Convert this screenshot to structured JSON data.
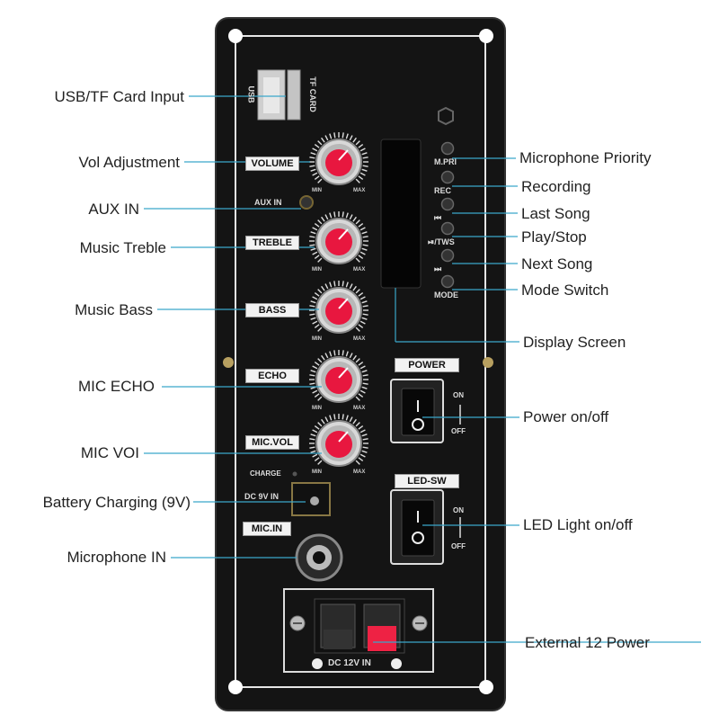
{
  "callouts_left": [
    {
      "id": "usb-tf",
      "label": "USB/TF Card Input"
    },
    {
      "id": "vol-adj",
      "label": "Vol Adjustment"
    },
    {
      "id": "aux-in",
      "label": "AUX IN"
    },
    {
      "id": "music-treble",
      "label": "Music Treble"
    },
    {
      "id": "music-bass",
      "label": "Music Bass"
    },
    {
      "id": "mic-echo",
      "label": "MIC ECHO"
    },
    {
      "id": "mic-vol",
      "label": "MIC VOI"
    },
    {
      "id": "battery-charging",
      "label": "Battery Charging (9V)"
    },
    {
      "id": "microphone-in",
      "label": "Microphone IN"
    }
  ],
  "callouts_right": [
    {
      "id": "mic-priority",
      "label": "Microphone Priority"
    },
    {
      "id": "recording",
      "label": "Recording"
    },
    {
      "id": "last-song",
      "label": "Last Song"
    },
    {
      "id": "play-stop",
      "label": "Play/Stop"
    },
    {
      "id": "next-song",
      "label": "Next Song"
    },
    {
      "id": "mode-switch",
      "label": "Mode Switch"
    },
    {
      "id": "display-screen",
      "label": "Display Screen"
    },
    {
      "id": "power-onoff",
      "label": "Power on/off"
    },
    {
      "id": "led-onoff",
      "label": "LED Light on/off"
    },
    {
      "id": "external-power",
      "label": "External 12 Power"
    }
  ],
  "panel": {
    "usb": "USB",
    "tf_card": "TF CARD",
    "knobs": [
      "VOLUME",
      "TREBLE",
      "BASS",
      "ECHO",
      "MIC.VOL"
    ],
    "knob_min": "MIN",
    "knob_max": "MAX",
    "aux_in": "AUX IN",
    "charge": "CHARGE",
    "dc_9v_in": "DC 9V IN",
    "mic_in": "MIC.IN",
    "buttons": [
      "M.PRI",
      "REC",
      "⏮",
      "⏯/TWS",
      "⏭",
      "MODE"
    ],
    "power": "POWER",
    "led_sw": "LED-SW",
    "on": "ON",
    "off": "OFF",
    "dc_12v_in": "DC 12V IN"
  },
  "colors": {
    "panel": "#141414",
    "knob_cap": "#e8173f",
    "label_bg": "#f2f2f2",
    "callout_line": "#3aa6c9"
  }
}
